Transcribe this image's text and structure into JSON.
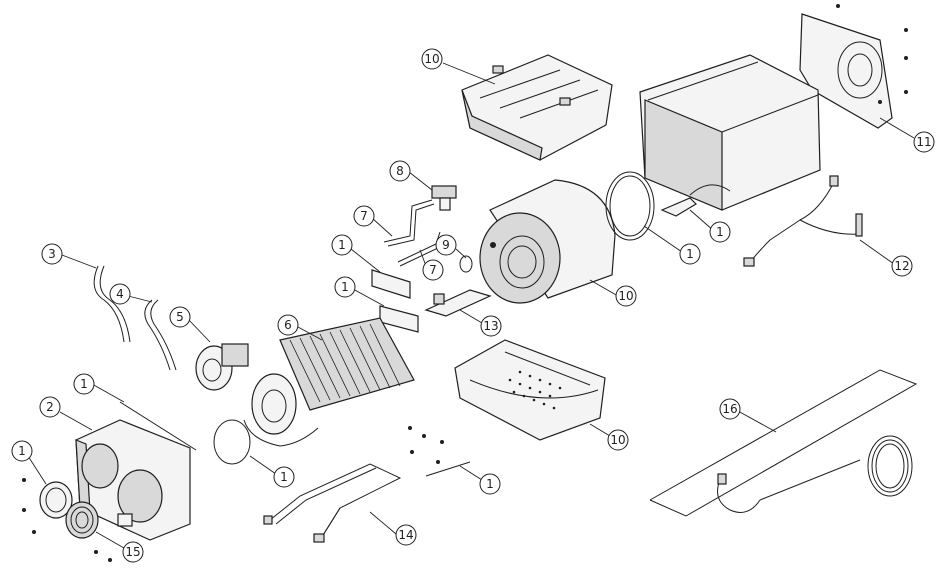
{
  "diagram": {
    "callouts": [
      {
        "id": "c10a",
        "label": "10"
      },
      {
        "id": "c11",
        "label": "11"
      },
      {
        "id": "c8",
        "label": "8"
      },
      {
        "id": "c7a",
        "label": "7"
      },
      {
        "id": "c7b",
        "label": "7"
      },
      {
        "id": "c1a",
        "label": "1"
      },
      {
        "id": "c9",
        "label": "9"
      },
      {
        "id": "c1b",
        "label": "1"
      },
      {
        "id": "c1c",
        "label": "1"
      },
      {
        "id": "c12",
        "label": "12"
      },
      {
        "id": "c10b",
        "label": "10"
      },
      {
        "id": "c3",
        "label": "3"
      },
      {
        "id": "c4",
        "label": "4"
      },
      {
        "id": "c1d",
        "label": "1"
      },
      {
        "id": "c5",
        "label": "5"
      },
      {
        "id": "c6",
        "label": "6"
      },
      {
        "id": "c13",
        "label": "13"
      },
      {
        "id": "c1e",
        "label": "1"
      },
      {
        "id": "c2",
        "label": "2"
      },
      {
        "id": "c10c",
        "label": "10"
      },
      {
        "id": "c16",
        "label": "16"
      },
      {
        "id": "c1f",
        "label": "1"
      },
      {
        "id": "c1g",
        "label": "1"
      },
      {
        "id": "c1h",
        "label": "1"
      },
      {
        "id": "c14",
        "label": "14"
      },
      {
        "id": "c15",
        "label": "15"
      }
    ]
  }
}
